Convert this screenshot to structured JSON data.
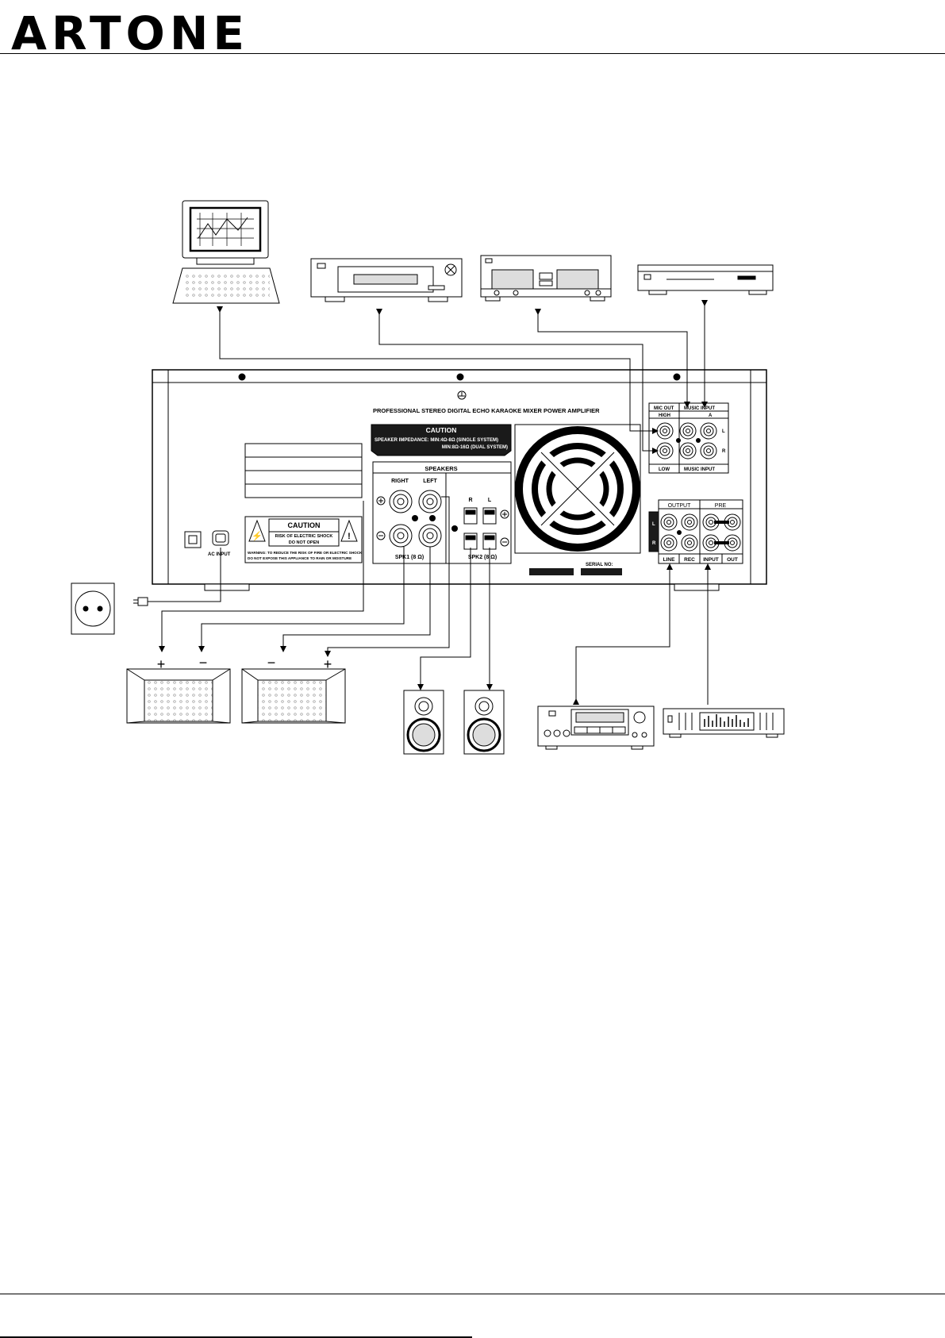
{
  "brand": {
    "name": "ARTONE"
  },
  "panel": {
    "title": "PROFESSIONAL STEREO DIGITAL ECHO KARAOKE MIXER POWER AMPLIFIER",
    "caution_heading": "CAUTION",
    "caution_line1": "SPEAKER IMPEDANCE: MIN:4Ω-8Ω (SINGLE SYSTEM)",
    "caution_line2": "MIN:8Ω-16Ω (DUAL SYSTEM)",
    "speakers_label": "SPEAKERS",
    "right_label": "RIGHT",
    "left_label": "LEFT",
    "r_label": "R",
    "l_label": "L",
    "spk1_label": "SPK1 (8 Ω)",
    "spk2_label": "SPK2 (8 Ω)",
    "ac_input_label": "AC INPUT",
    "shock_caution": "CAUTION",
    "shock_line1": "RISK OF ELECTRIC SHOCK",
    "shock_line2": "DO NOT OPEN",
    "warning_line1": "WARNING: TO REDUCE THE RISK OF FIRE OR ELECTRIC SHOCK",
    "warning_line2": "DO NOT EXPOSE THIS APPLIANCE TO RAIN OR MOISTURE",
    "serial_label": "SERIAL NO:",
    "mic_out": "MIC OUT",
    "music_input_top": "MUSIC INPUT",
    "high": "HIGH",
    "a_label": "A",
    "low": "LOW",
    "music_input_bottom": "MUSIC INPUT",
    "jack_l": "L",
    "jack_r": "R",
    "output": "OUTPUT",
    "pre": "PRE",
    "line": "LINE",
    "rec": "REC",
    "input": "INPUT",
    "out": "OUT",
    "side_l": "L",
    "side_r": "R"
  },
  "speaker_polarity": {
    "left_plus": "+",
    "left_minus": "−",
    "right_minus": "−",
    "right_plus": "+"
  },
  "colors": {
    "ink": "#000000",
    "panel_fill": "#ffffff",
    "label_fill": "#1a1a1a"
  }
}
